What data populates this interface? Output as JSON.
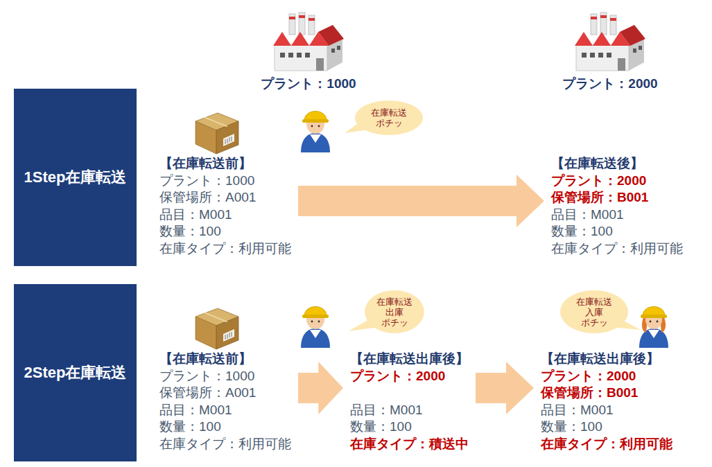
{
  "diagram": {
    "nodes": [
      {
        "text": [
          "1Step在庫転送"
        ]
      },
      {
        "text": [
          "在庫転送 ポチッ"
        ]
      },
      {
        "text": [
          "【在庫転送前】",
          "プラント：1000",
          "保管場所：A001",
          "品目：M001",
          "数量：100",
          "在庫タイプ：利用可能"
        ]
      },
      {
        "text": [
          "【在庫転送後】",
          "プラント：2000",
          "保管場所：B001",
          "品目：M001",
          "数量：100",
          "在庫タイプ：利用可能"
        ]
      },
      {
        "text": [
          "2Step在庫転送"
        ]
      },
      {
        "text": [
          "在庫転送 出庫 ポチッ"
        ]
      },
      {
        "text": [
          "在庫転送 入庫 ポチッ"
        ]
      },
      {
        "text": [
          "【在庫転送前】",
          "プラント：1000",
          "保管場所：A001",
          "品目：M001",
          "数量：100",
          "在庫タイプ：利用可能"
        ]
      },
      {
        "text": [
          "【在庫転送出庫後】",
          "プラント：2000",
          "品目：M001",
          "数量：100",
          "在庫タイプ：積送中"
        ]
      },
      {
        "text": [
          "【在庫転送出庫後】",
          "プラント：2000",
          "保管場所：B001",
          "品目：M001",
          "数量：100",
          "在庫タイプ：利用可能"
        ]
      }
    ],
    "edges": [
      {
        "from": 2,
        "to": 3,
        "arrow": "to"
      },
      {
        "from": 7,
        "to": 8,
        "arrow": "to"
      },
      {
        "from": 8,
        "to": 9,
        "arrow": "to"
      }
    ],
    "labels": [
      "プラント：1000",
      "プラント：2000"
    ]
  }
}
